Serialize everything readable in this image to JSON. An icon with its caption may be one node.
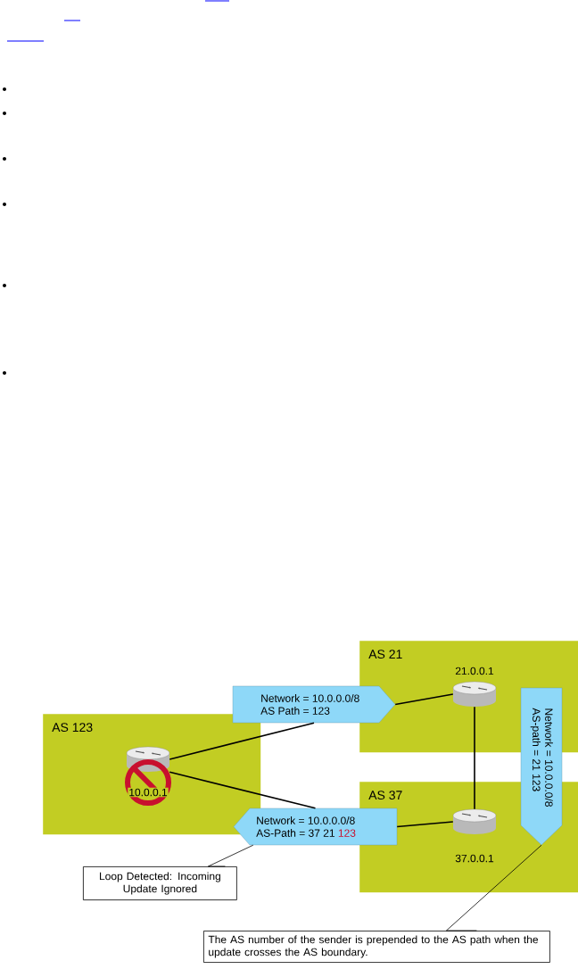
{
  "diagram": {
    "nodes": [
      {
        "text": [
          "AS 123"
        ]
      },
      {
        "text": [
          "AS 21"
        ]
      },
      {
        "text": [
          "AS 37"
        ]
      },
      {
        "text": [],
        "shape": "cylinder",
        "beside": [
          "10.0.0.1"
        ],
        "in": 0
      },
      {
        "text": [],
        "shape": "cylinder",
        "beside": [
          "21.0.0.1"
        ],
        "in": 1
      },
      {
        "text": [],
        "shape": "cylinder",
        "beside": [
          "37.0.0.1"
        ],
        "in": 2
      },
      {
        "text": [
          "Network = 10.0.0.0/8",
          "AS Path = 123"
        ]
      },
      {
        "text": [
          "Network = 10.0.0.0/8",
          "AS-Path = 37 21",
          "123"
        ]
      },
      {
        "text": [
          "Network = 10.0.0.0/8",
          "AS-path = 21 123"
        ]
      },
      {
        "text": [
          "Loop Detected: Incoming Update Ignored"
        ]
      },
      {
        "text": [
          "The AS number of the sender is prepended to the AS path when the update crosses the AS boundary."
        ]
      }
    ],
    "edges": [
      {
        "from": 3,
        "to": 6,
        "arrow": "none"
      },
      {
        "from": 6,
        "to": 4,
        "arrow": "none"
      },
      {
        "from": 3,
        "to": 7,
        "arrow": "none"
      },
      {
        "from": 7,
        "to": 5,
        "arrow": "none"
      },
      {
        "from": 4,
        "to": 5,
        "arrow": "none"
      },
      {
        "from": 9,
        "to": 7,
        "arrow": "none"
      },
      {
        "from": 10,
        "to": 8,
        "arrow": "none"
      }
    ]
  }
}
